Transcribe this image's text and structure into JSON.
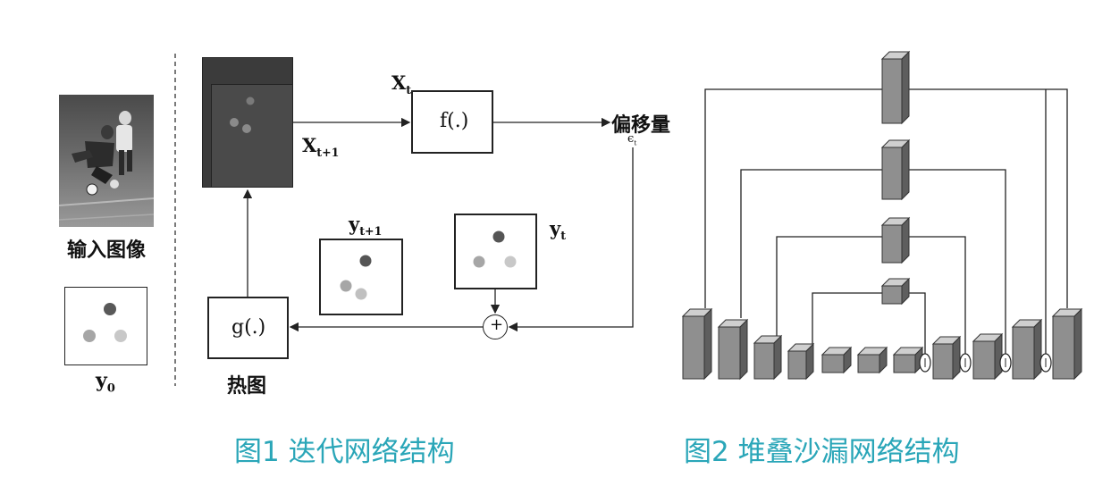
{
  "fig1": {
    "input_label": "输入图像",
    "y0": {
      "main": "y",
      "sub": "0"
    },
    "xt": {
      "main": "X",
      "sub": "t"
    },
    "xt1": {
      "main": "X",
      "sub": "t+1"
    },
    "f_label": "f(.)",
    "g_label": "g(.)",
    "offset_label": "偏移量",
    "offset_symbol": {
      "main": "ϵ",
      "sub": "t"
    },
    "yt1": {
      "main": "y",
      "sub": "t+1"
    },
    "yt": {
      "main": "y",
      "sub": "t"
    },
    "plus": "+",
    "heatmap_label": "热图",
    "caption": "图1 迭代网络结构"
  },
  "fig2": {
    "caption": "图2 堆叠沙漏网络结构"
  },
  "colors": {
    "caption": "#2aa6b8",
    "dark_frame": "#3b3b3b",
    "block_front": "#8f8f8f",
    "block_top": "#cfcfcf",
    "block_side": "#5e5e5e"
  }
}
